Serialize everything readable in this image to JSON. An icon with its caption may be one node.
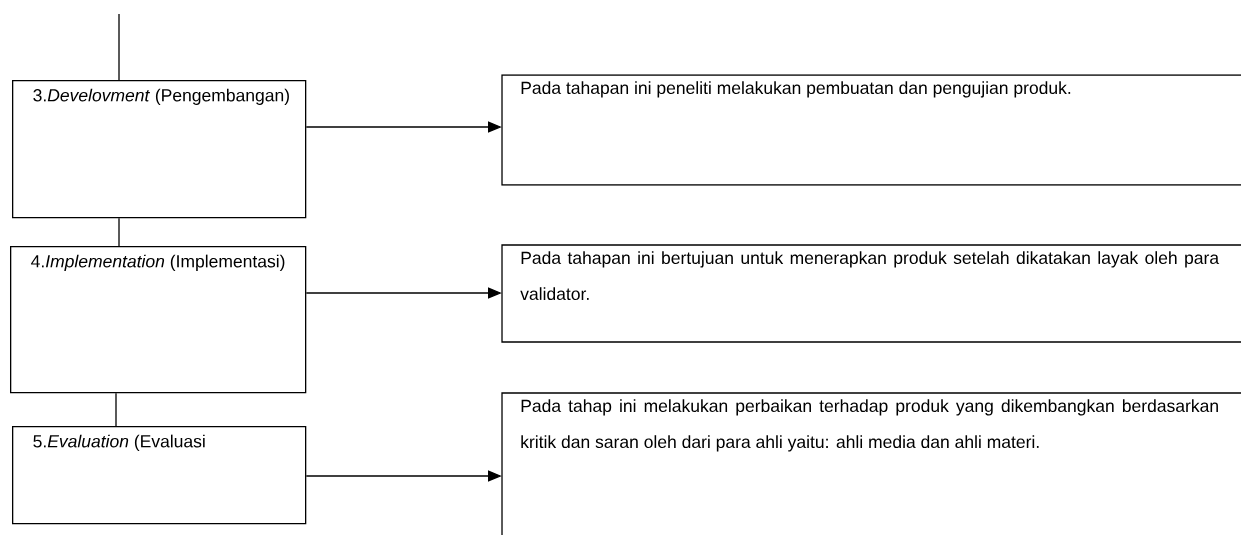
{
  "diagram": {
    "nodes": [
      {
        "text": [
          "3.*Develovment* (Pengembangan)"
        ]
      },
      {
        "text": [
          "Pada tahapan ini peneliti melakukan pembuatan dan pengujian produk."
        ]
      },
      {
        "text": [
          "4.*Implementation* (Implementasi)"
        ]
      },
      {
        "text": [
          "Pada tahapan ini bertujuan untuk menerapkan produk setelah dikatakan layak oleh para validator."
        ]
      },
      {
        "text": [
          "5.*Evaluation* (Evaluasi"
        ]
      },
      {
        "text": [
          "Pada tahap ini melakukan perbaikan terhadap produk yang dikembangkan berdasarkan kritik dan saran oleh dari para ahli yaitu: ahli media dan ahli materi."
        ]
      }
    ],
    "edges": [
      {
        "from": null,
        "to": 0,
        "arrow": "none"
      },
      {
        "from": 0,
        "to": 1,
        "arrow": "to"
      },
      {
        "from": 0,
        "to": 2,
        "arrow": "none"
      },
      {
        "from": 2,
        "to": 3,
        "arrow": "to"
      },
      {
        "from": 2,
        "to": 4,
        "arrow": "none"
      },
      {
        "from": 4,
        "to": 5,
        "arrow": "to"
      }
    ]
  }
}
